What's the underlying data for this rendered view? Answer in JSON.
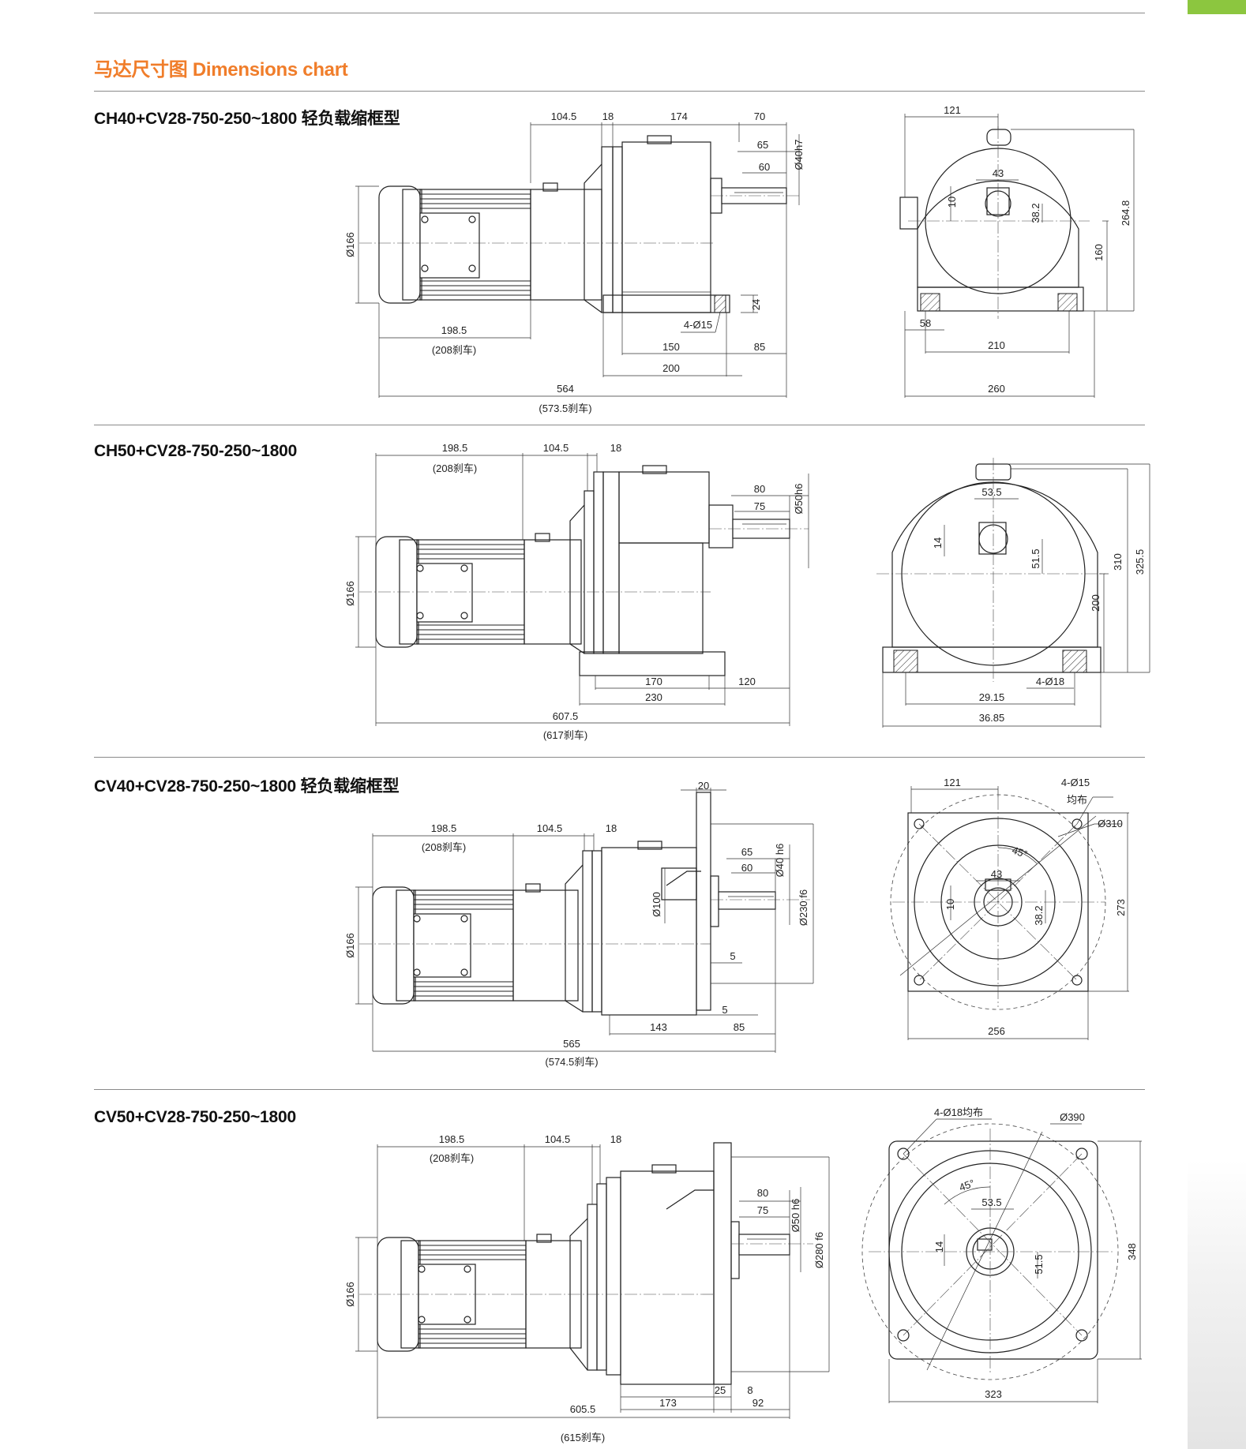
{
  "header": {
    "title": "马达尺寸图 Dimensions chart"
  },
  "sections": [
    {
      "title": "CH40+CV28-750-250~1800 轻负载缩框型",
      "side": {
        "d1": "104.5",
        "d2": "18",
        "d3": "174",
        "d4": "70",
        "d5": "65",
        "d6": "60",
        "shaft": "Ø40h7",
        "dia": "Ø166",
        "motor": "198.5",
        "motor_brake": "(208刹车)",
        "h24": "24",
        "holes": "4-Ø15",
        "b1": "150",
        "b2": "85",
        "b3": "200",
        "total": "564",
        "total_brake": "(573.5刹车)"
      },
      "front": {
        "w121": "121",
        "k43": "43",
        "k10": "10",
        "k38": "38.2",
        "h160": "160",
        "h264": "264.8",
        "f58": "58",
        "f210": "210",
        "f260": "260"
      }
    },
    {
      "title": "CH50+CV28-750-250~1800",
      "side": {
        "motor": "198.5",
        "motor_brake": "(208刹车)",
        "d1": "104.5",
        "d2": "18",
        "d5": "80",
        "d6": "75",
        "shaft": "Ø50h6",
        "dia": "Ø166",
        "b1": "170",
        "b3": "230",
        "b2": "120",
        "total": "607.5",
        "total_brake": "(617刹车)"
      },
      "front": {
        "k53": "53.5",
        "k14": "14",
        "k51": "51.5",
        "h310": "310",
        "h325": "325.5",
        "h200": "200",
        "holes": "4-Ø18",
        "f29": "29.15",
        "f36": "36.85"
      }
    },
    {
      "title": "CV40+CV28-750-250~1800 轻负载缩框型",
      "side": {
        "d20": "20",
        "motor": "198.5",
        "motor_brake": "(208刹车)",
        "d1": "104.5",
        "d2": "18",
        "d5": "65",
        "d6": "60",
        "shaft": "Ø40 h6",
        "flange": "Ø230 f6",
        "pilot": "Ø100",
        "dia": "Ø166",
        "g5a": "5",
        "g5b": "5",
        "b1": "143",
        "b2": "85",
        "total": "565",
        "total_brake": "(574.5刹车)"
      },
      "front": {
        "w121": "121",
        "holes": "4-Ø15",
        "holes2": "均布",
        "pcd": "Ø310",
        "ang": "45°",
        "k43": "43",
        "k10": "10",
        "k38": "38.2",
        "h273": "273",
        "w256": "256"
      }
    },
    {
      "title": "CV50+CV28-750-250~1800",
      "side": {
        "motor": "198.5",
        "motor_brake": "(208刹车)",
        "d1": "104.5",
        "d2": "18",
        "d5": "80",
        "d6": "75",
        "shaft": "Ø50 h6",
        "flange": "Ø280 f6",
        "dia": "Ø166",
        "g25": "25",
        "g8": "8",
        "b1": "173",
        "b2": "92",
        "total": "605.5",
        "total_brake": "(615刹车)"
      },
      "front": {
        "holes": "4-Ø18均布",
        "pcd": "Ø390",
        "ang": "45°",
        "k53": "53.5",
        "k14": "14",
        "k51": "51.5",
        "h348": "348",
        "w323": "323"
      }
    }
  ]
}
